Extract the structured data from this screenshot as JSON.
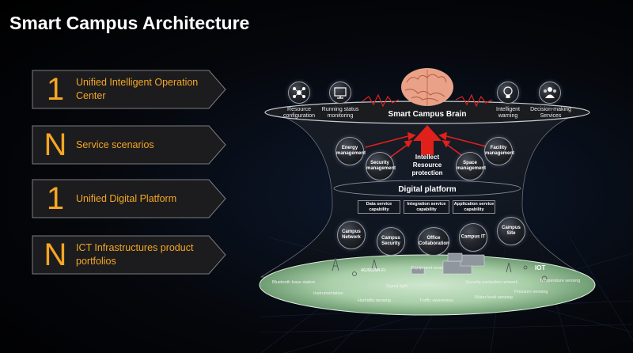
{
  "title": "Smart Campus Architecture",
  "left_list": [
    {
      "big": "1",
      "text": "Unified Intelligent Operation Center"
    },
    {
      "big": "N",
      "text": "Service scenarios"
    },
    {
      "big": "1",
      "text": "Unified Digital Platform"
    },
    {
      "big": "N",
      "text": "ICT Infrastructures product portfolios"
    }
  ],
  "brain": {
    "title": "Smart Campus Brain",
    "top_icons": [
      {
        "label": "Resource configuration",
        "icon": "network-nodes-icon"
      },
      {
        "label": "Running status monitoring",
        "icon": "monitor-icon"
      },
      {
        "label": "Intelligent warning",
        "icon": "lightbulb-icon"
      },
      {
        "label": "Decision-making Services",
        "icon": "people-icon"
      }
    ]
  },
  "center": {
    "intellect": "Intellect Resource protection",
    "managements": [
      "Energy management",
      "Security management",
      "Space management",
      "Facility management"
    ]
  },
  "digital_platform": {
    "title": "Digital platform",
    "capabilities": [
      "Data service capability",
      "Integration service capability",
      "Application service capability"
    ]
  },
  "products": [
    "Campus Network",
    "Campus Security",
    "Office Collaboration",
    "Campus IT",
    "Campus Site"
  ],
  "ground": {
    "iot": "IOT",
    "labels": [
      "4G/5G/Wi-Fi",
      "Equipment room",
      "Bluetooth base station",
      "Security protection network",
      "Signal light",
      "Temperature sensing",
      "Instrumentation",
      "Pressure sensing",
      "Humidity sensing",
      "Traffic awareness",
      "Water level sensing"
    ]
  },
  "colors": {
    "accent": "#f5a623",
    "arrow": "#e0201b",
    "background": "#000000"
  }
}
